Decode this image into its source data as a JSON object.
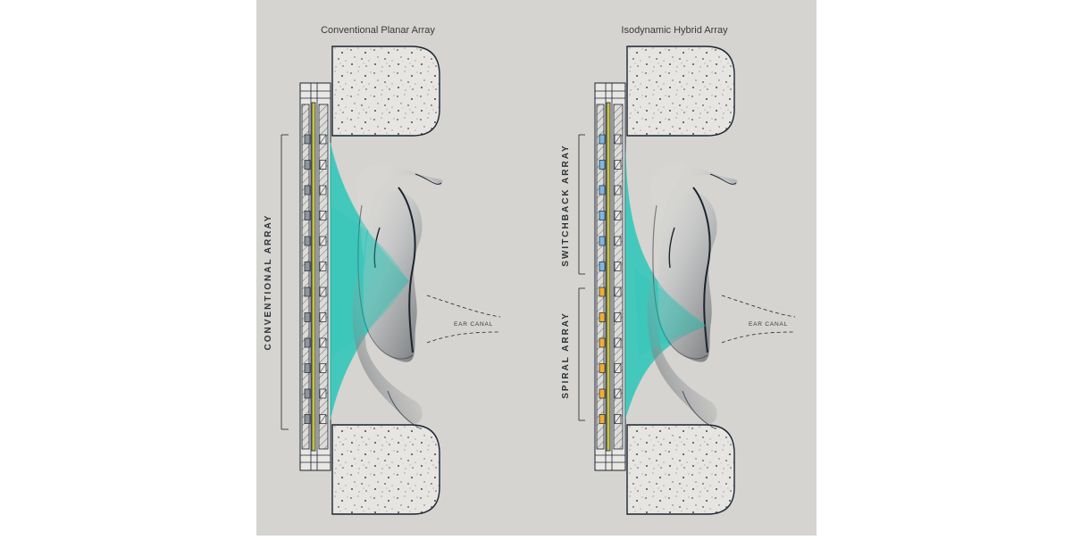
{
  "diagram": {
    "left_panel": {
      "title": "Conventional Planar Array",
      "array_label": "CONVENTIONAL ARRAY",
      "ear_canal_label": "EAR CANAL"
    },
    "right_panel": {
      "title": "Isodynamic Hybrid Array",
      "upper_array_label": "SWITCHBACK ARRAY",
      "lower_array_label": "SPIRAL ARRAY",
      "ear_canal_label": "EAR CANAL"
    }
  },
  "colors": {
    "background": "#d5d4d0",
    "page": "#ffffff",
    "sound_wave": "#2cc5b8",
    "conventional_magnet": "#8f959b",
    "switchback_magnet": "#7fb6df",
    "spiral_magnet": "#f2ad32",
    "diaphragm": "#c5c14a",
    "outline": "#1c2430"
  },
  "icons": [
    "ear-pad-top",
    "ear-pad-bottom",
    "driver-housing",
    "ear-illustration"
  ]
}
